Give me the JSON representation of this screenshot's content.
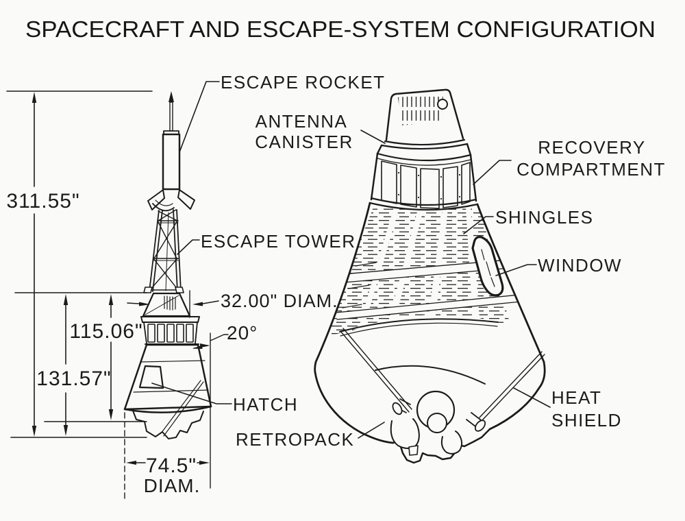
{
  "title": "SPACECRAFT AND ESCAPE-SYSTEM CONFIGURATION",
  "colors": {
    "ink": "#1b1b1b",
    "paper": "#fafaf8"
  },
  "escape_system": {
    "escape_rocket": "ESCAPE ROCKET",
    "escape_tower": "ESCAPE TOWER"
  },
  "spacecraft": {
    "antenna_canister": [
      "ANTENNA",
      "CANISTER"
    ],
    "recovery_compartment": [
      "RECOVERY",
      "COMPARTMENT"
    ],
    "shingles": "SHINGLES",
    "window": "WINDOW",
    "hatch": "HATCH",
    "retropack": "RETROPACK",
    "heat_shield": [
      "HEAT",
      "SHIELD"
    ]
  },
  "dimensions": {
    "overall_height": "311.55\"",
    "tower_height": "115.06\"",
    "capsule_height": "131.57\"",
    "tower_base_diameter": "32.00\" DIAM.",
    "cone_half_angle": "20°",
    "base_diameter_value": "74.5\"",
    "base_diameter_word": "DIAM."
  }
}
